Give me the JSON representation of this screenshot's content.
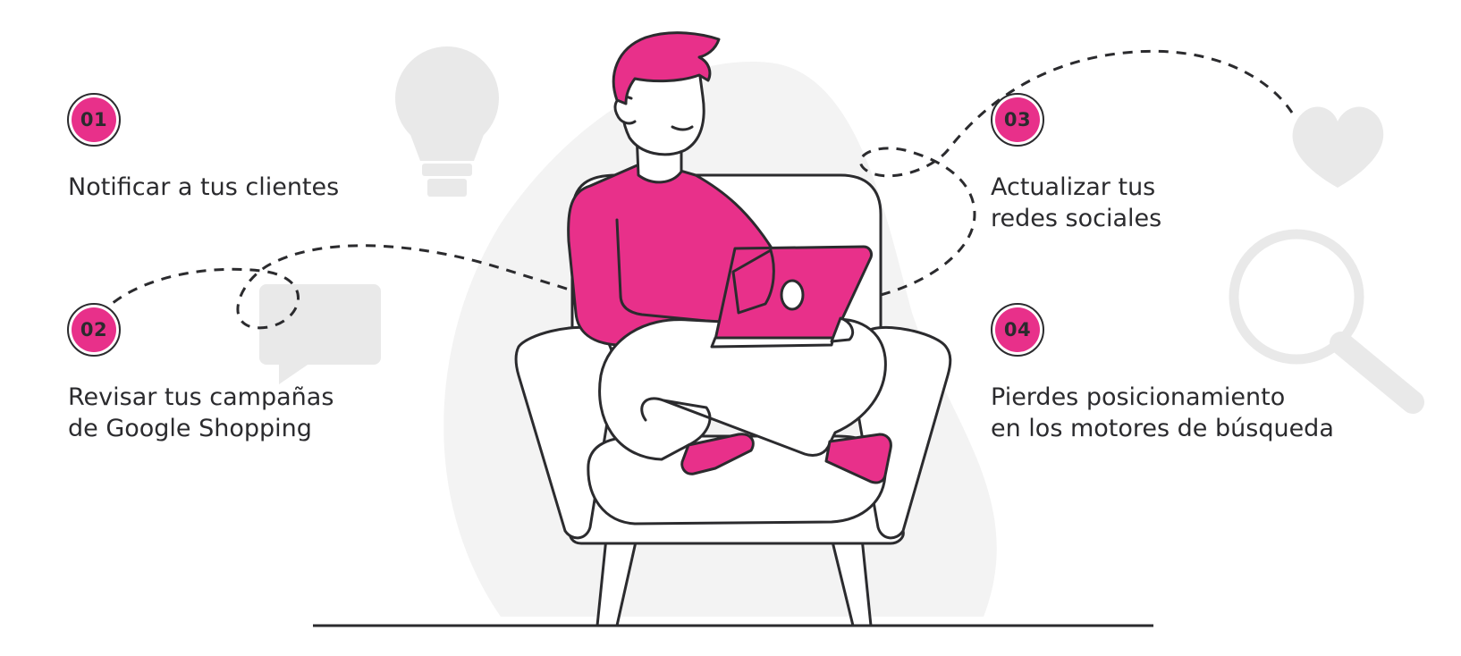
{
  "steps": [
    {
      "number": "01",
      "lines": [
        "Notificar a tus clientes"
      ]
    },
    {
      "number": "02",
      "lines": [
        "Revisar tus campañas",
        "de Google Shopping"
      ]
    },
    {
      "number": "03",
      "lines": [
        "Actualizar tus",
        "redes sociales"
      ]
    },
    {
      "number": "04",
      "lines": [
        "Pierdes posicionamiento",
        "en los motores de búsqueda"
      ]
    }
  ],
  "colors": {
    "accent": "#e8308a",
    "outline": "#2b2b2e",
    "background_shape": "#f3f3f3",
    "icon_gray": "#e9e9e9"
  },
  "icons": [
    "lightbulb-icon",
    "speech-bubble-icon",
    "heart-icon",
    "magnifier-icon"
  ]
}
